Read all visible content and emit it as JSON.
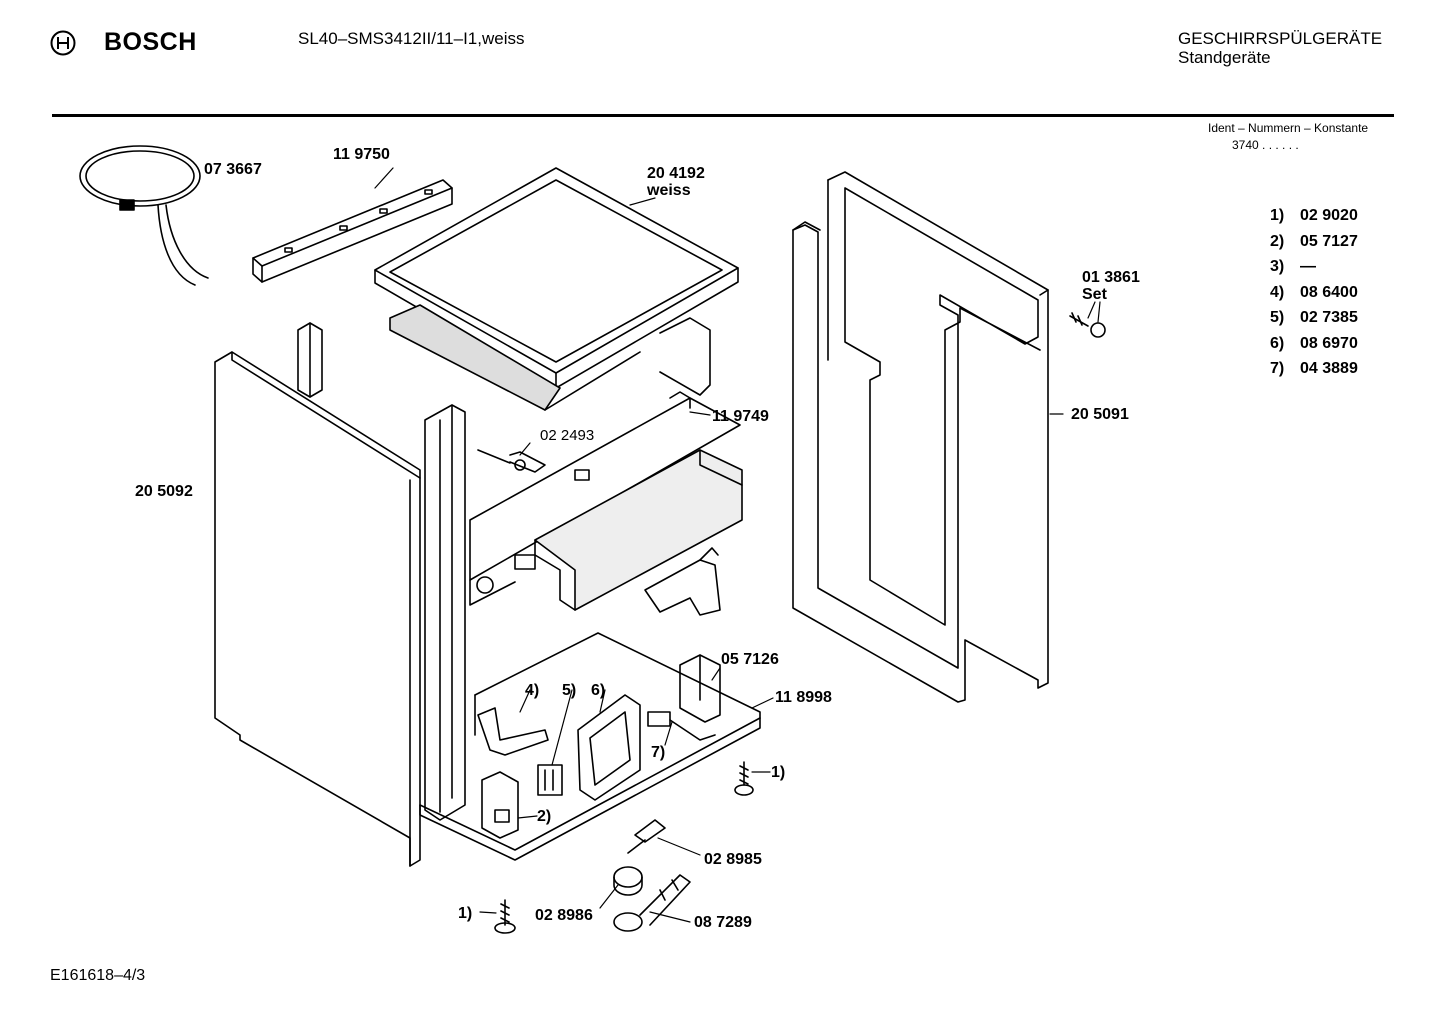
{
  "header": {
    "brand": "BOSCH",
    "model": "SL40–SMS3412II/11–I1,weiss",
    "category_line1": "GESCHIRRSPÜLGERÄTE",
    "category_line2": "Standgeräte"
  },
  "ident": {
    "title": "Ident – Nummern – Konstante",
    "value": "3740 . .  . . . ."
  },
  "legend": [
    {
      "num": "1)",
      "part": "02 9020"
    },
    {
      "num": "2)",
      "part": "05 7127"
    },
    {
      "num": "3)",
      "part": "—"
    },
    {
      "num": "4)",
      "part": "08 6400"
    },
    {
      "num": "5)",
      "part": "02 7385"
    },
    {
      "num": "6)",
      "part": "08 6970"
    },
    {
      "num": "7)",
      "part": "04 3889"
    }
  ],
  "parts": {
    "cable": "07 3667",
    "rail_top": "11 9750",
    "worktop_line1": "20 4192",
    "worktop_line2": "weiss",
    "screw_set_line1": "01 3861",
    "screw_set_line2": "Set",
    "side_right": "20 5091",
    "side_left": "20 5092",
    "rail_front": "11 9749",
    "clamp": "02 2493",
    "bracket": "05 7126",
    "base": "11 8998",
    "foot_right": "1)",
    "callout_2": "2)",
    "callout_4": "4)",
    "callout_5": "5)",
    "callout_6": "6)",
    "callout_7": "7)",
    "switch": "02 8985",
    "foot_left": "1)",
    "float": "02 8986",
    "float_holder": "08 7289"
  },
  "footer": {
    "code": "E161618–4/3"
  }
}
